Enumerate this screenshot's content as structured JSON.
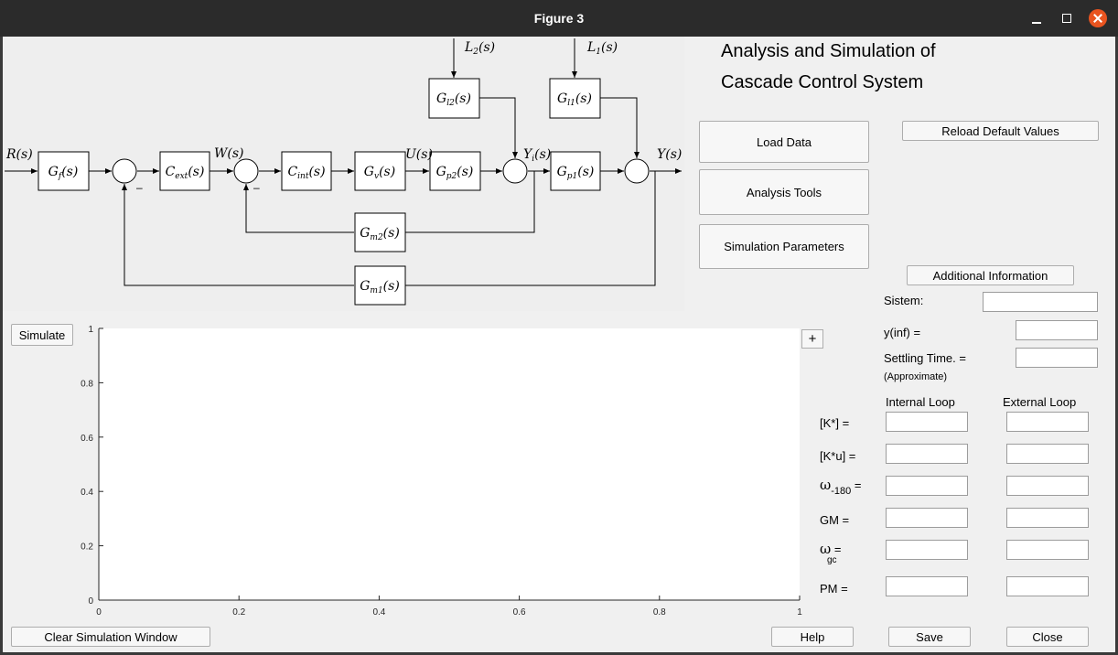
{
  "window": {
    "title": "Figure 3"
  },
  "diagram": {
    "inputs": {
      "r": "R(s)",
      "l2": "L",
      "l2_sub": "2",
      "l1": "L",
      "l1_sub": "1"
    },
    "signal_w": "W(s)",
    "signal_u": "U(s)",
    "signal_yi": "Y",
    "signal_yi_sub": "i",
    "signal_y": "Y(s)",
    "blocks": [
      {
        "id": "gf",
        "main": "G",
        "sub": "f"
      },
      {
        "id": "cext",
        "main": "C",
        "sub": "ext"
      },
      {
        "id": "cint",
        "main": "C",
        "sub": "int"
      },
      {
        "id": "gv",
        "main": "G",
        "sub": "v"
      },
      {
        "id": "gp2",
        "main": "G",
        "sub": "p2"
      },
      {
        "id": "gp1",
        "main": "G",
        "sub": "p1"
      },
      {
        "id": "gl2",
        "main": "G",
        "sub": "l2"
      },
      {
        "id": "gl1",
        "main": "G",
        "sub": "l1"
      },
      {
        "id": "gm2",
        "main": "G",
        "sub": "m2"
      },
      {
        "id": "gm1",
        "main": "G",
        "sub": "m1"
      }
    ],
    "minus_sign": "–",
    "arg": "(s)"
  },
  "heading": {
    "line1": "Analysis and Simulation of",
    "line2": "Cascade Control System"
  },
  "buttons": {
    "load_data": "Load Data",
    "analysis_tools": "Analysis Tools",
    "simulation_parameters": "Simulation Parameters",
    "reload_defaults": "Reload Default Values",
    "additional_info": "Additional Information",
    "simulate": "Simulate",
    "plus": "+",
    "clear": "Clear Simulation Window",
    "help": "Help",
    "save": "Save",
    "close": "Close"
  },
  "info": {
    "sistem_label": "Sistem:",
    "yinf_label": "y(inf) =",
    "settling_label": "Settling Time. =",
    "approx_label": "(Approximate)"
  },
  "loops": {
    "internal_header": "Internal Loop",
    "external_header": "External Loop",
    "rows": [
      {
        "label": "[K*] ="
      },
      {
        "label": "[K*u] ="
      },
      {
        "label_greek": "ω",
        "label_sub": "-180",
        "label_eq": "="
      },
      {
        "label": "GM ="
      },
      {
        "label_greek": "ω",
        "label_sub": "gc",
        "label_eq": "="
      },
      {
        "label": "PM  ="
      }
    ]
  },
  "chart_data": {
    "type": "line",
    "series": [],
    "xlim": [
      0,
      1
    ],
    "ylim": [
      0,
      1
    ],
    "x_ticks": [
      "0",
      "0.2",
      "0.4",
      "0.6",
      "0.8",
      "1"
    ],
    "y_ticks": [
      "0",
      "0.2",
      "0.4",
      "0.6",
      "0.8",
      "1"
    ],
    "title": "",
    "xlabel": "",
    "ylabel": "",
    "grid": false
  }
}
